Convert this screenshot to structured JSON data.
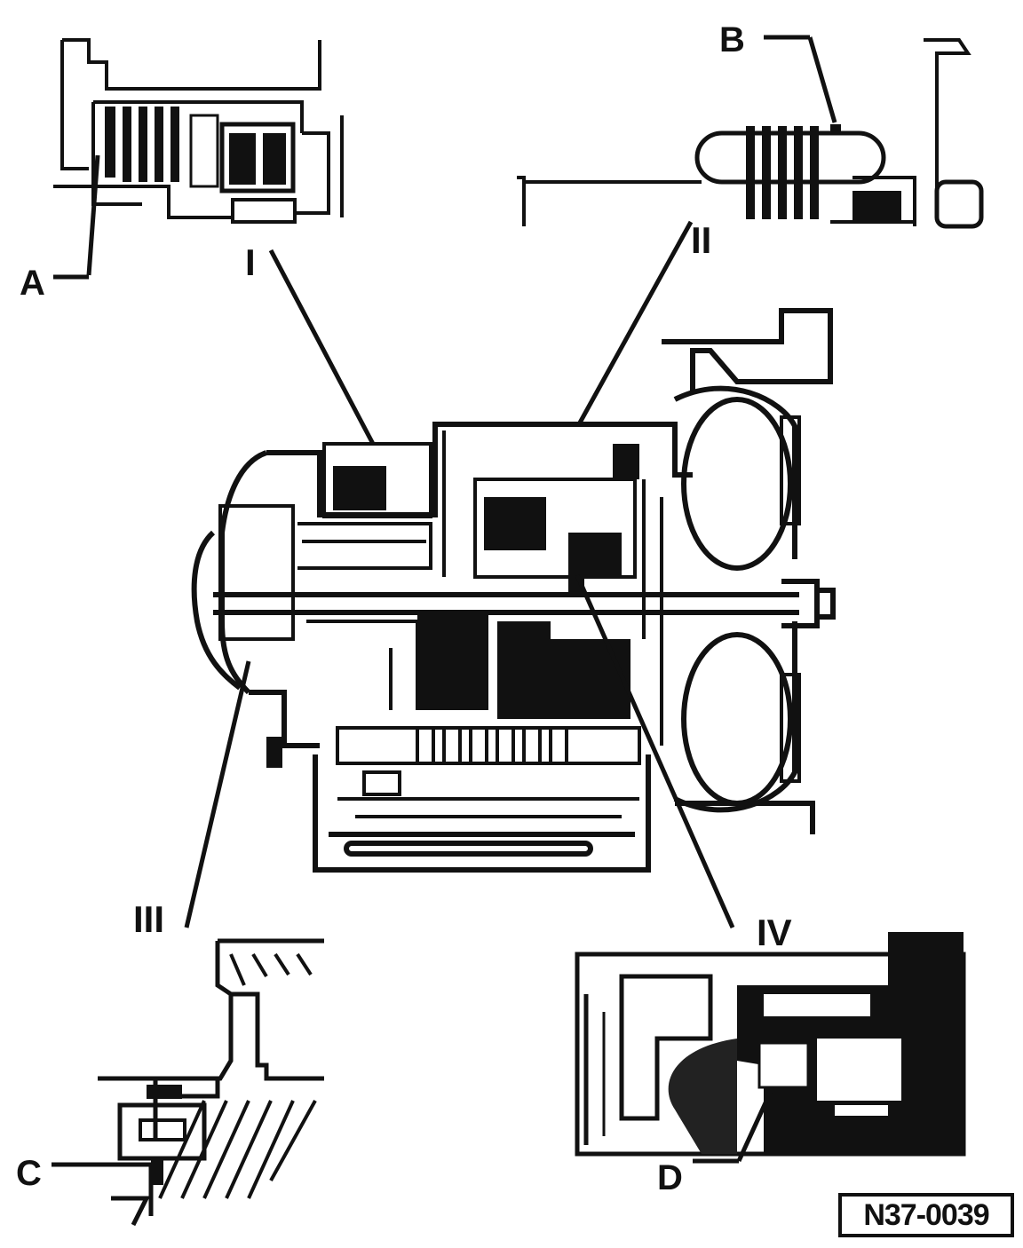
{
  "callouts": {
    "A": "A",
    "B": "B",
    "C": "C",
    "D": "D"
  },
  "details": {
    "I": "I",
    "II": "II",
    "III": "III",
    "IV": "IV"
  },
  "reference_code": "N37-0039"
}
